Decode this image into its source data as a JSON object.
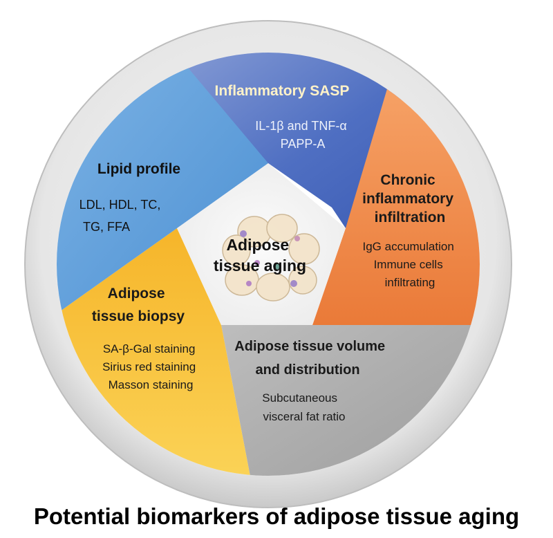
{
  "center": {
    "lines": [
      "Adipose",
      "tissue aging"
    ]
  },
  "segments": {
    "inflammatory": {
      "title": "Inflammatory SASP",
      "items": [
        "IL-1β and TNF-α",
        "PAPP-A"
      ],
      "color": "#4a6fc1"
    },
    "chronic": {
      "title": [
        "Chronic",
        "inflammatory",
        "infiltration"
      ],
      "items": [
        "IgG accumulation",
        "Immune cells",
        "infiltrating"
      ],
      "color": "#ef8a46"
    },
    "volume": {
      "title": [
        "Adipose tissue volume",
        "and distribution"
      ],
      "items": [
        "Subcutaneous",
        "visceral fat ratio"
      ],
      "color": "#a9a9a9"
    },
    "biopsy": {
      "title": [
        "Adipose",
        "tissue biopsy"
      ],
      "items": [
        "SA-β-Gal staining",
        "Sirius red staining",
        "Masson staining"
      ],
      "color": "#f6c033"
    },
    "lipid": {
      "title": "Lipid profile",
      "items": [
        "LDL, HDL, TC,",
        "TG, FFA"
      ],
      "color": "#5e9fd8"
    }
  },
  "caption": "Potential biomarkers of adipose tissue aging"
}
